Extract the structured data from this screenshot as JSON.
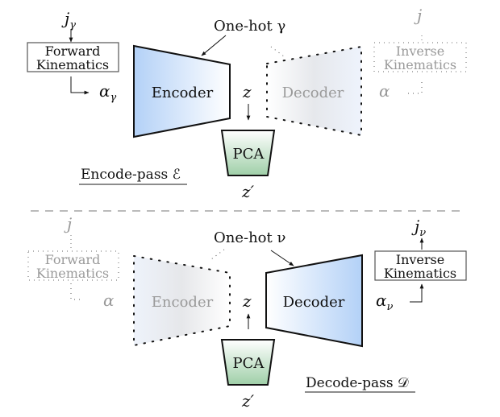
{
  "figure": {
    "encode_pass": {
      "caption": "Encode-pass ℰ",
      "input_label": "j",
      "input_subscript": "γ",
      "forward_kinematics": {
        "line1": "Forward",
        "line2": "Kinematics"
      },
      "alpha_label": "α",
      "alpha_subscript": "γ",
      "encoder_label": "Encoder",
      "onehot_label": "One-hot γ",
      "z_label": "z",
      "pca_label": "PCA",
      "z_prime_label": "z′",
      "decoder_label_faded": "Decoder",
      "alpha_faded": "α",
      "inverse_kinematics_faded": {
        "line1": "Inverse",
        "line2": "Kinematics"
      },
      "j_faded": "j"
    },
    "decode_pass": {
      "caption": "Decode-pass 𝒟",
      "j_faded": "j",
      "forward_kinematics_faded": {
        "line1": "Forward",
        "line2": "Kinematics"
      },
      "alpha_faded": "α",
      "encoder_label_faded": "Encoder",
      "onehot_label": "One-hot ν",
      "z_label": "z",
      "pca_label": "PCA",
      "z_prime_label": "z′",
      "decoder_label": "Decoder",
      "alpha_label": "α",
      "alpha_subscript": "ν",
      "inverse_kinematics": {
        "line1": "Inverse",
        "line2": "Kinematics"
      },
      "output_label": "j",
      "output_subscript": "ν"
    },
    "colors": {
      "encoder_blue": "#b3d1f7",
      "gradient_white": "#ffffff",
      "faded_gray": "#e4e6ea",
      "faded_blue": "#eef3fb",
      "pca_green": "#a8d4b0",
      "separator": "#bbbbbb",
      "faded_text": "#9a9a9a"
    }
  }
}
